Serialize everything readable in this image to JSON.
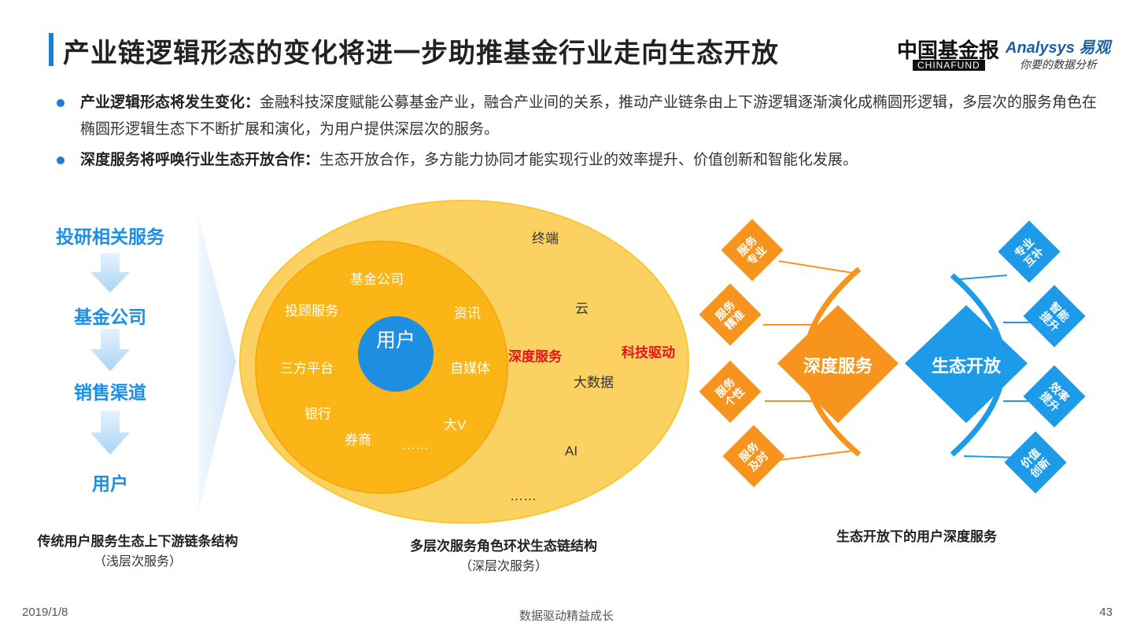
{
  "header": {
    "title": "产业链逻辑形态的变化将进一步助推基金行业走向生态开放",
    "logo_cn": "中国基金报",
    "logo_cn_sub": "CHINAFUND",
    "logo_en": "Analysys 易观",
    "logo_slogan": "你要的数据分析"
  },
  "bullets": [
    {
      "bold": "产业逻辑形态将发生变化：",
      "text": "金融科技深度赋能公募基金产业，融合产业间的关系，推动产业链条由上下游逻辑逐渐演化成椭圆形逻辑，多层次的服务角色在椭圆形逻辑生态下不断扩展和演化，为用户提供深层次的服务。"
    },
    {
      "bold": "深度服务将呼唤行业生态开放合作：",
      "text": "生态开放合作，多方能力协同才能实现行业的效率提升、价值创新和智能化发展。"
    }
  ],
  "left_flow": {
    "nodes": [
      "投研相关服务",
      "基金公司",
      "销售渠道",
      "用户"
    ],
    "caption": "传统用户服务生态上下游链条结构",
    "sub_caption": "（浅层次服务）"
  },
  "ellipse": {
    "center": "用户",
    "inner_labels": [
      "基金公司",
      "投顾服务",
      "资讯",
      "三方平台",
      "自媒体",
      "银行",
      "大V",
      "券商",
      "……"
    ],
    "inner_tag": "深度服务",
    "outer_labels": [
      "终端",
      "云",
      "大数据",
      "AI",
      "……"
    ],
    "outer_tag": "科技驱动",
    "caption": "多层次服务角色环状生态链结构",
    "sub_caption": "（深层次服务）"
  },
  "ecosystem": {
    "left_center": "深度服务",
    "right_center": "生态开放",
    "left_items": [
      "服务专业",
      "服务精准",
      "服务个性",
      "服务及时"
    ],
    "right_items": [
      "专业互补",
      "智能提升",
      "效率提升",
      "价值创新"
    ],
    "caption": "生态开放下的用户深度服务"
  },
  "footer": {
    "date": "2019/1/8",
    "center": "数据驱动精益成长",
    "page": "43"
  },
  "colors": {
    "accent_blue": "#1a8fe8",
    "orange": "#f7941d",
    "outer_ellipse": "#fbd161",
    "inner_ellipse": "#fbb517",
    "red": "#e8141d"
  }
}
